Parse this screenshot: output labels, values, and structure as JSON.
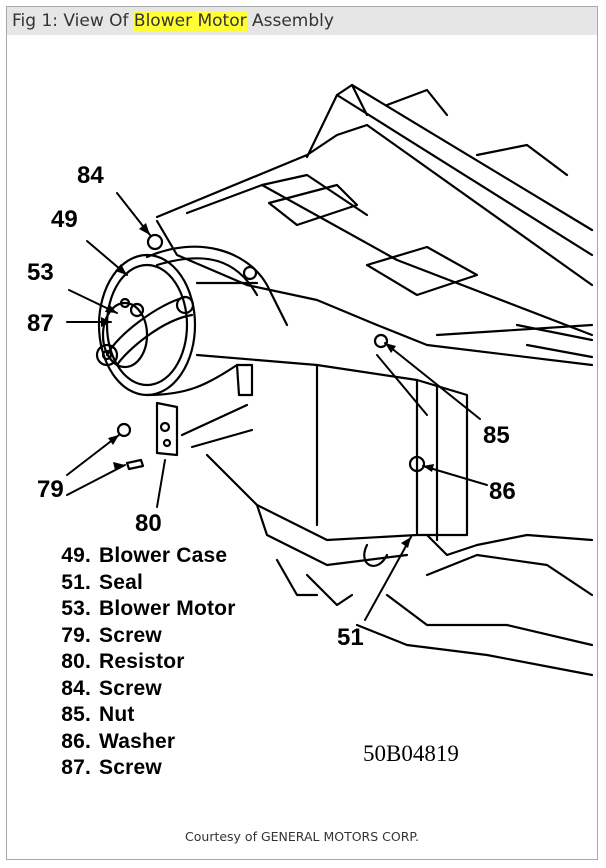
{
  "figure": {
    "title_prefix": "Fig 1: View Of ",
    "title_highlight": "Blower Motor",
    "title_suffix": " Assembly"
  },
  "callouts": {
    "c84": "84",
    "c49": "49",
    "c53": "53",
    "c87": "87",
    "c85": "85",
    "c86": "86",
    "c79": "79",
    "c80": "80",
    "c51": "51"
  },
  "legend": [
    {
      "num": "49.",
      "label": "Blower Case"
    },
    {
      "num": "51.",
      "label": "Seal"
    },
    {
      "num": "53.",
      "label": "Blower Motor"
    },
    {
      "num": "79.",
      "label": "Screw"
    },
    {
      "num": "80.",
      "label": "Resistor"
    },
    {
      "num": "84.",
      "label": "Screw"
    },
    {
      "num": "85.",
      "label": "Nut"
    },
    {
      "num": "86.",
      "label": "Washer"
    },
    {
      "num": "87.",
      "label": "Screw"
    }
  ],
  "diagram_code": "50B04819",
  "credit": "Courtesy of GENERAL MOTORS CORP.",
  "colors": {
    "highlight": "#ffff33",
    "title_bar": "#e6e6e6",
    "frame_border": "#a9a9a9"
  }
}
